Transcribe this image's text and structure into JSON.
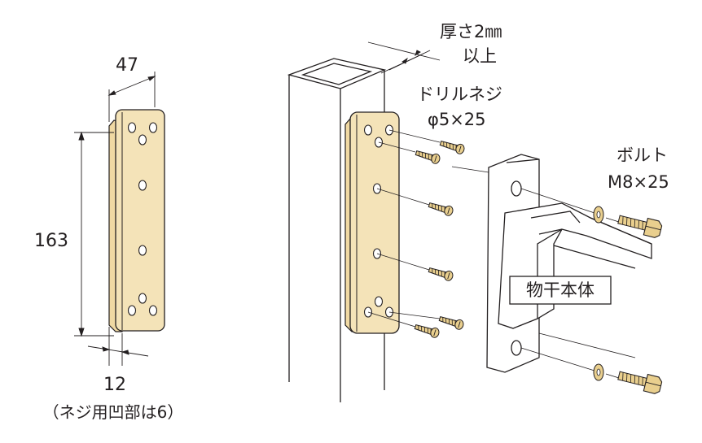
{
  "colors": {
    "plate_fill": "#f4e3b8",
    "screw_fill": "#e9cf8e",
    "line": "#231f20",
    "background": "#ffffff"
  },
  "dimensions": {
    "width": "47",
    "height": "163",
    "thickness": "12",
    "recess_note": "（ネジ用凹部は6）"
  },
  "labels": {
    "thickness_line1": "厚さ2㎜",
    "thickness_line2": "以上",
    "drill_screw_line1": "ドリルネジ",
    "drill_screw_line2": "φ5×25",
    "bolt_line1": "ボルト",
    "bolt_line2": "M8×25",
    "body": "物干本体"
  }
}
